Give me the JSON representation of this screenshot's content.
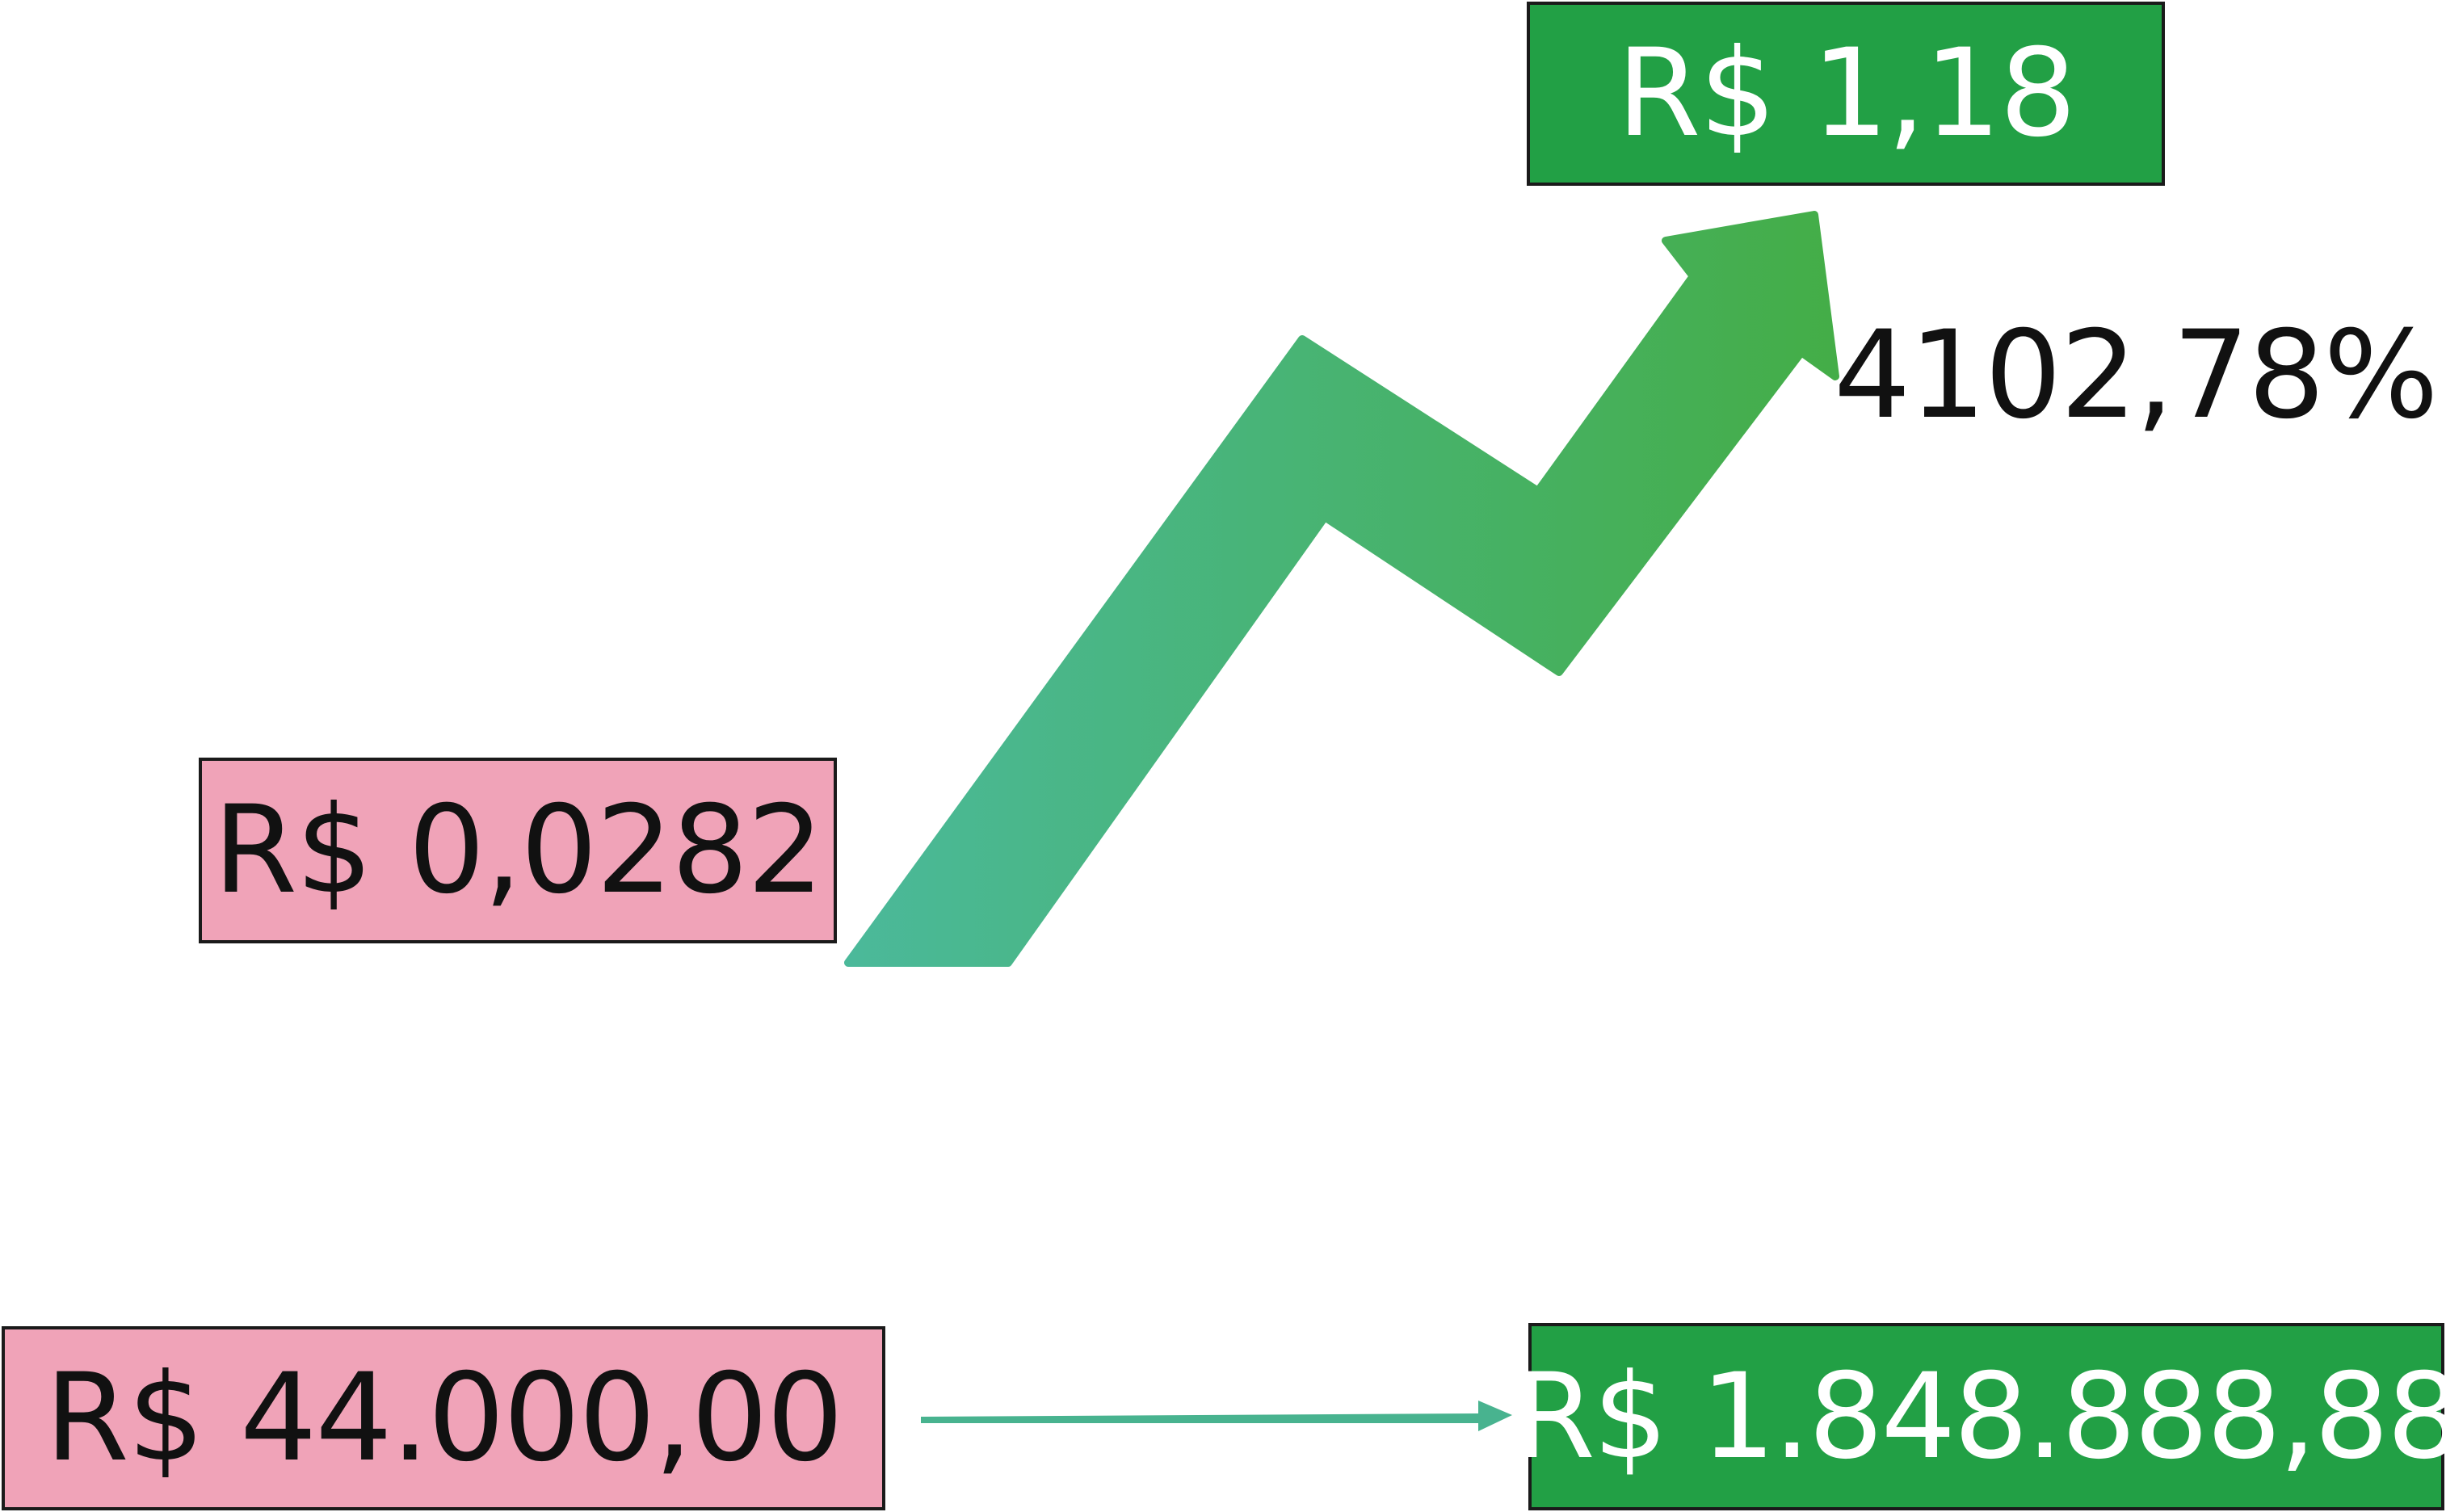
{
  "price": {
    "start": "R$ 0,0282",
    "end": "R$ 1,18",
    "change_percent": "4102,78%"
  },
  "investment": {
    "start": "R$ 44.000,00",
    "end": "R$ 1.848.888,88"
  },
  "colors": {
    "pink_box": "#f0a3b8",
    "green_box": "#22a045",
    "arrow_gradient_start": "#4bb99a",
    "arrow_gradient_end": "#44ad46"
  }
}
